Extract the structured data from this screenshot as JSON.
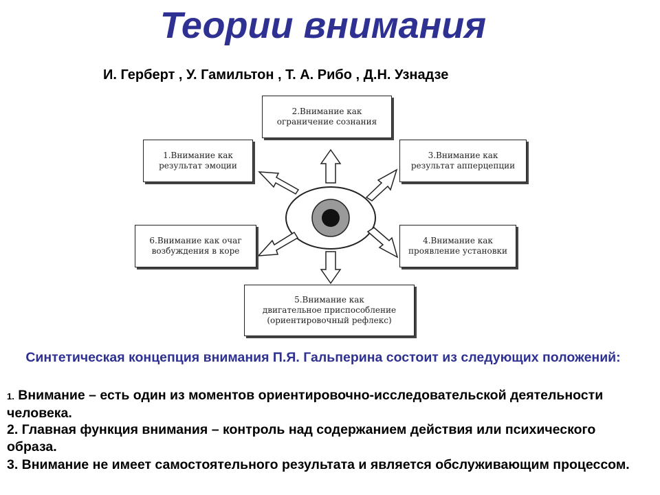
{
  "title": "Теории внимания",
  "authors": "И. Герберт , У. Гамильтон , Т. А. Рибо , Д.Н. Узнадзе",
  "diagram": {
    "box2": {
      "line1": "2.Внимание как",
      "line2": "ограничение сознания"
    },
    "box1": {
      "line1": "1.Внимание как",
      "line2": "результат эмоции"
    },
    "box3": {
      "line1": "3.Внимание как",
      "line2": "результат апперцепции"
    },
    "box6": {
      "line1": "6.Внимание как очаг",
      "line2": "возбуждения в коре"
    },
    "box4": {
      "line1": "4.Внимание как",
      "line2": "проявление установки"
    },
    "box5": {
      "line1": "5.Внимание как",
      "line2": "двигательное приспособление",
      "line3": "(ориентировочный рефлекс)"
    }
  },
  "galperin": {
    "title": "Синтетическая концепция внимания П.Я. Гальперина состоит из следующих положений:",
    "points": [
      {
        "num": "1.",
        "text": " Внимание – есть один из моментов ориентировочно-исследовательской деятельности человека."
      },
      {
        "num": "2.",
        "text": " Главная функция внимания – контроль над содержанием действия или психического образа."
      },
      {
        "num": "3.",
        "text": " Внимание не имеет самостоятельного результата и является обслуживающим процессом."
      }
    ]
  },
  "colors": {
    "title": "#2e3192",
    "text": "#000000"
  }
}
